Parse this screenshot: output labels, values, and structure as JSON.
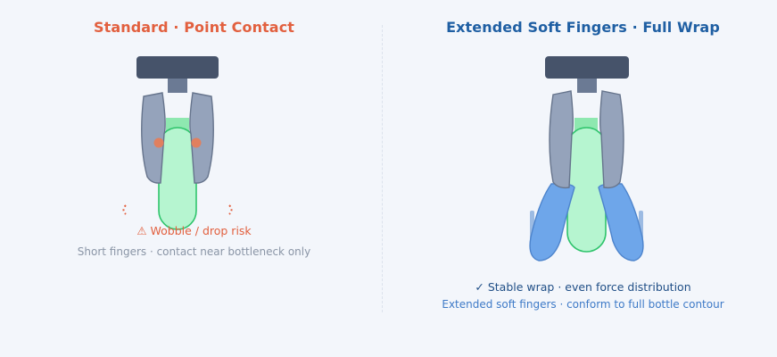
{
  "left": {
    "title": "Standard · Point Contact",
    "status": "⚠ Wobble / drop risk",
    "note": "Short fingers · contact near bottleneck only"
  },
  "right": {
    "title": "Extended Soft Fingers · Full Wrap",
    "status": "✓ Stable wrap · even force distribution",
    "note": "Extended soft fingers · conform to full bottle contour"
  },
  "colors": {
    "gripper_body": "#46536a",
    "finger": "#95a3bb",
    "bottle_fill": "#b6f5d0",
    "bottle_stroke": "#2fc46c",
    "contact_point": "#e0805f",
    "soft_finger": "#6ea6ea",
    "warning": "#e2603f",
    "ok": "#1f4e86"
  }
}
